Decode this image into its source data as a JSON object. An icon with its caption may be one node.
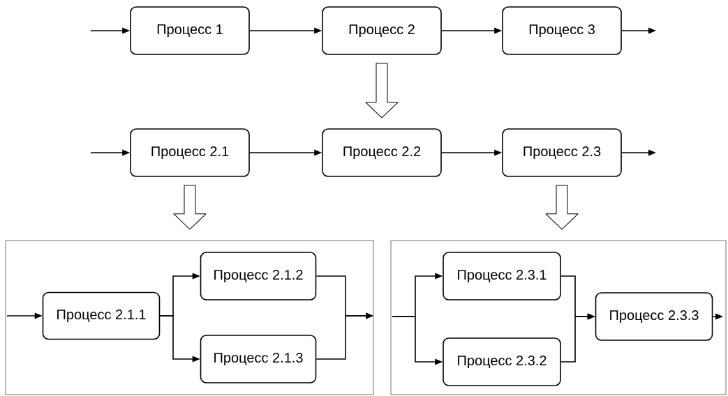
{
  "diagram": {
    "nodes": [
      {
        "text": [
          "Процесс 1"
        ]
      },
      {
        "text": [
          "Процесс 2"
        ]
      },
      {
        "text": [
          "Процесс 3"
        ]
      },
      {
        "text": [
          "Процесс 2.1"
        ]
      },
      {
        "text": [
          "Процесс 2.2"
        ]
      },
      {
        "text": [
          "Процесс 2.3"
        ]
      },
      {
        "text": [],
        "shape": "box"
      },
      {
        "text": [
          "Процесс 2.1.1"
        ],
        "in": 6
      },
      {
        "text": [
          "Процесс 2.1.2"
        ],
        "in": 6
      },
      {
        "text": [
          "Процесс 2.1.3"
        ],
        "in": 6
      },
      {
        "text": [],
        "shape": "box"
      },
      {
        "text": [
          "Процесс 2.3.1"
        ],
        "in": 10
      },
      {
        "text": [
          "Процесс 2.3.2"
        ],
        "in": 10
      },
      {
        "text": [
          "Процесс 2.3.3"
        ],
        "in": 10
      }
    ],
    "edges": [
      {
        "from": null,
        "to": 0,
        "arrow": "to"
      },
      {
        "from": 0,
        "to": 1,
        "arrow": "to"
      },
      {
        "from": 1,
        "to": 2,
        "arrow": "to"
      },
      {
        "from": 2,
        "to": null,
        "arrow": "to"
      },
      {
        "from": 1,
        "to": 4,
        "arrow": "to",
        "style": "thick"
      },
      {
        "from": null,
        "to": 3,
        "arrow": "to"
      },
      {
        "from": 3,
        "to": 4,
        "arrow": "to"
      },
      {
        "from": 4,
        "to": 5,
        "arrow": "to"
      },
      {
        "from": 5,
        "to": null,
        "arrow": "to"
      },
      {
        "from": 3,
        "to": 6,
        "arrow": "to",
        "style": "thick"
      },
      {
        "from": 5,
        "to": 10,
        "arrow": "to",
        "style": "thick"
      },
      {
        "from": null,
        "to": 7,
        "arrow": "to"
      },
      {
        "from": 7,
        "to": 8,
        "arrow": "to"
      },
      {
        "from": 7,
        "to": 9,
        "arrow": "to"
      },
      {
        "from": 8,
        "to": null,
        "arrow": "to"
      },
      {
        "from": 9,
        "to": null,
        "arrow": "to"
      },
      {
        "from": null,
        "to": 11,
        "arrow": "to"
      },
      {
        "from": null,
        "to": 12,
        "arrow": "to"
      },
      {
        "from": 11,
        "to": 13,
        "arrow": "to"
      },
      {
        "from": 12,
        "to": 13,
        "arrow": "to"
      },
      {
        "from": 13,
        "to": null,
        "arrow": "to"
      }
    ]
  }
}
